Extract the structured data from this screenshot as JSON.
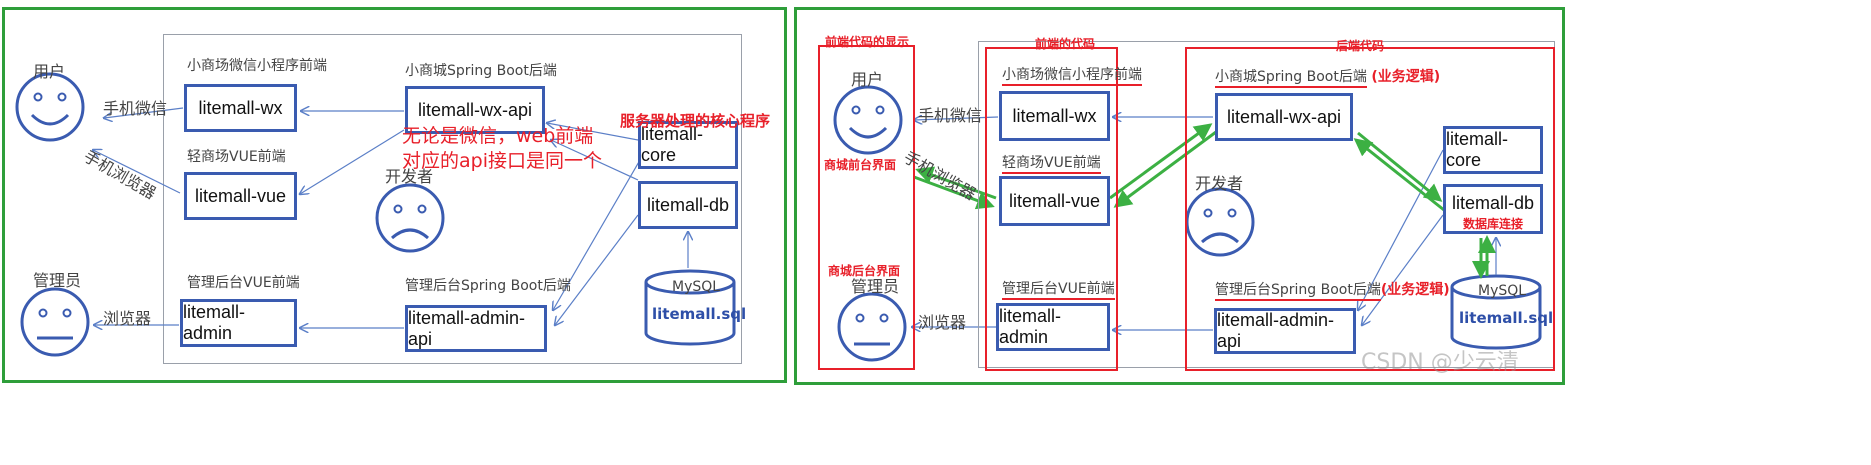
{
  "left": {
    "labels": {
      "user": "用户",
      "admin": "管理员",
      "developer": "开发者",
      "wechat_phone": "手机微信",
      "phone_browser": "手机浏览器",
      "browser": "浏览器",
      "wx_frontend": "小商场微信小程序前端",
      "vue_frontend": "轻商场VUE前端",
      "admin_frontend": "管理后台VUE前端",
      "wx_backend": "小商城Spring Boot后端",
      "admin_backend": "管理后台Spring Boot后端",
      "mysql": "MySQL",
      "db_file": "litemall.sql"
    },
    "nodes": {
      "wx": "litemall-wx",
      "vue": "litemall-vue",
      "admin": "litemall-admin",
      "wx_api": "litemall-wx-api",
      "admin_api": "litemall-admin-api",
      "core": "litemall-core",
      "db": "litemall-db"
    },
    "annotations": {
      "core_program": "服务器处理的核心程序",
      "same_api_line1": "无论是微信，web前端",
      "same_api_line2": "对应的api接口是同一个"
    }
  },
  "right": {
    "labels": {
      "user": "用户",
      "admin": "管理员",
      "developer": "开发者",
      "wechat_phone": "手机微信",
      "phone_browser": "手机浏览器",
      "browser": "浏览器",
      "wx_frontend": "小商场微信小程序前端",
      "vue_frontend": "轻商场VUE前端",
      "admin_frontend": "管理后台VUE前端",
      "wx_backend": "小商城Spring Boot后端",
      "admin_backend": "管理后台Spring Boot后端",
      "mysql": "MySQL",
      "db_file": "litemall.sql"
    },
    "nodes": {
      "wx": "litemall-wx",
      "vue": "litemall-vue",
      "admin": "litemall-admin",
      "wx_api": "litemall-wx-api",
      "admin_api": "litemall-admin-api",
      "core": "litemall-core",
      "db": "litemall-db"
    },
    "annotations": {
      "frontend_display": "前端代码的显示",
      "frontend_code": "前端的代码",
      "backend_code": "后端代码",
      "business_logic_1": "(业务逻辑)",
      "business_logic_2": "(业务逻辑)",
      "store_front_ui": "商城前台界面",
      "store_back_ui": "商城后台界面",
      "db_connection": "数据库连接"
    },
    "watermark": "CSDN @少云清"
  },
  "colors": {
    "green_border": "#2e9e3a",
    "node_border": "#3a5bb0",
    "annotation_red": "#e8202a",
    "arrow_green": "#3cb043",
    "arrow_blue": "#5b7fc7"
  }
}
